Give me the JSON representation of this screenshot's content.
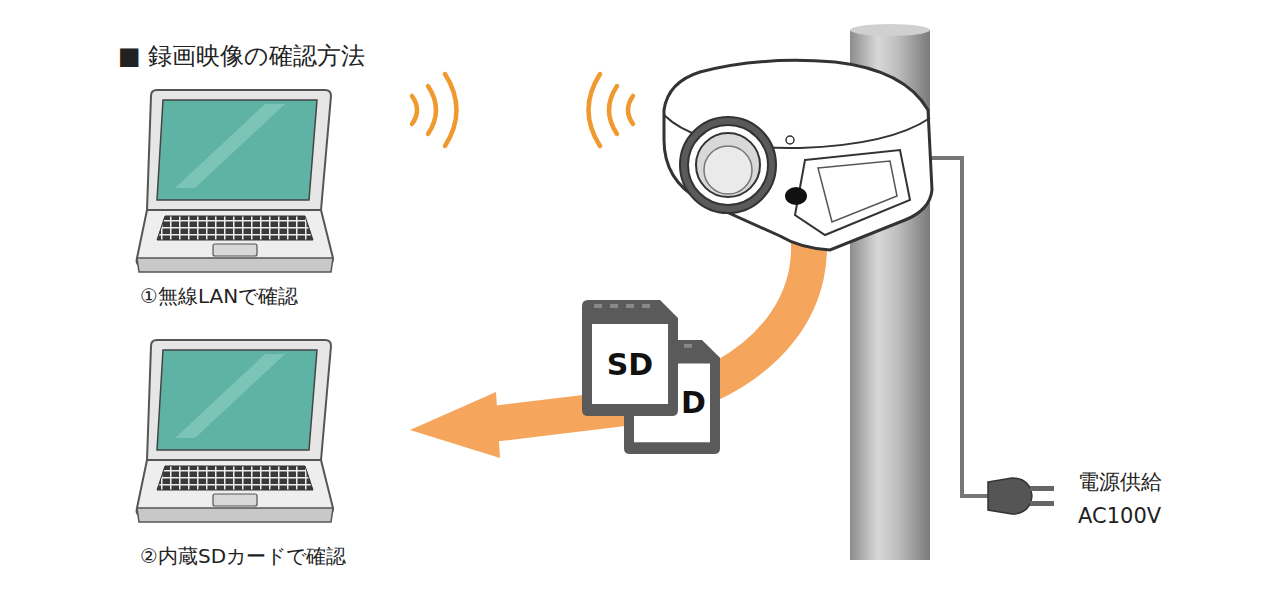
{
  "diagram": {
    "title": "■ 録画映像の確認方法",
    "nodes": [
      {
        "text": [
          "D"
        ]
      },
      {
        "text": [
          "SD"
        ]
      }
    ],
    "labels": [
      "①無線LANで確認",
      "②内蔵SDカードで確認",
      "電源供給",
      "AC100V"
    ]
  }
}
